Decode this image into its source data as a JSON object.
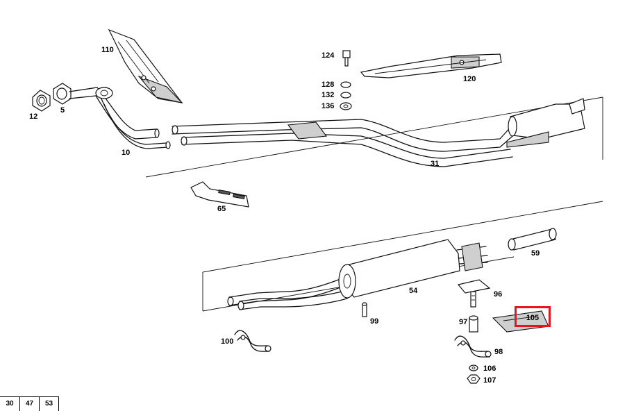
{
  "parts": {
    "p110": "110",
    "p124": "124",
    "p128": "128",
    "p132": "132",
    "p136": "136",
    "p120": "120",
    "p12": "12",
    "p5": "5",
    "p10": "10",
    "p31": "31",
    "p65": "65",
    "p59": "59",
    "p54": "54",
    "p96": "96",
    "p97": "97",
    "p99": "99",
    "p100": "100",
    "p98": "98",
    "p106": "106",
    "p107": "107"
  },
  "highlighted_part": "105",
  "footer_cells": [
    "30",
    "47",
    "53"
  ],
  "colors": {
    "highlight": "#e8141b",
    "line": "#111111",
    "shade": "#cfcfcf"
  }
}
